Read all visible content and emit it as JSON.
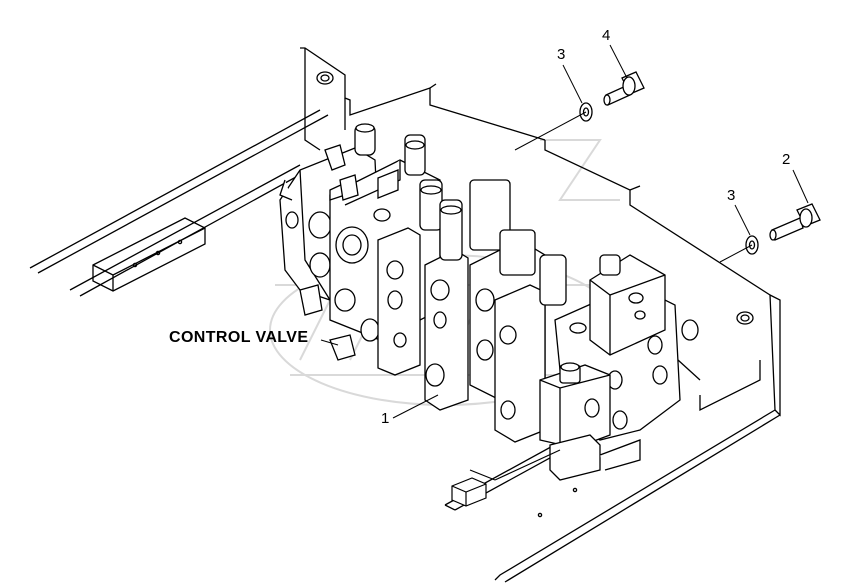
{
  "diagram": {
    "title": "CONTROL VALVE",
    "callouts": [
      {
        "id": "1",
        "label": "1",
        "part": "control-valve-assembly"
      },
      {
        "id": "2",
        "label": "2",
        "part": "bolt"
      },
      {
        "id": "3a",
        "label": "3",
        "part": "washer"
      },
      {
        "id": "3b",
        "label": "3",
        "part": "washer"
      },
      {
        "id": "4",
        "label": "4",
        "part": "bolt"
      }
    ],
    "colors": {
      "line": "#000000",
      "watermark": "#d9d9d9",
      "background": "#ffffff"
    }
  }
}
